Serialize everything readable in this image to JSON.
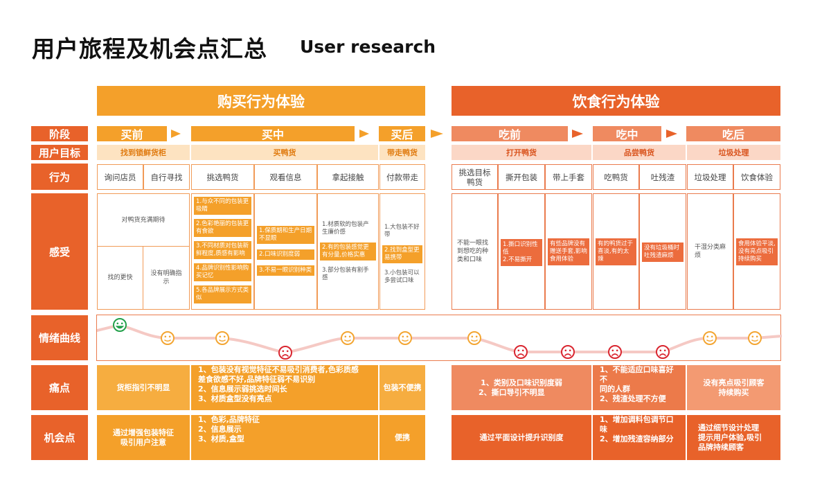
{
  "title": {
    "main": "用户旅程及机会点汇总",
    "sub": "User research"
  },
  "sections": {
    "buy": "购买行为体验",
    "eat": "饮食行为体验"
  },
  "row_labels": {
    "stage": "阶段",
    "goal": "用户目标",
    "behavior": "行为",
    "feeling": "感受",
    "emotion": "情绪曲线",
    "pain": "痛点",
    "opportunity": "机会点"
  },
  "stages": {
    "before_buy": "买前",
    "buying": "买中",
    "after_buy": "买后",
    "before_eat": "吃前",
    "eating": "吃中",
    "after_eat": "吃后"
  },
  "goals": {
    "g1": "找到锁鲜货柜",
    "g2": "买鸭货",
    "g3": "带走鸭货",
    "g4": "打开鸭货",
    "g5": "品尝鸭货",
    "g6": "垃圾处理"
  },
  "behaviors": {
    "b1": "询问店员",
    "b2": "自行寻找",
    "b3": "挑选鸭货",
    "b4": "观看信息",
    "b5": "拿起接触",
    "b6": "付款带走",
    "b7": "挑选目标鸭货",
    "b8": "撕开包装",
    "b9": "带上手套",
    "b10": "吃鸭货",
    "b11": "吐残渣",
    "b12": "垃圾处理",
    "b13": "饮食体验"
  },
  "feelings": {
    "f1": "对鸭货充满期待",
    "f2": "找的更快",
    "f3": "没有明确指示",
    "f4": [
      "1.与众不同的包装更吸睛",
      "2.色彩艳丽的包装更有食欲",
      "3.不同材质对包装新鲜程度,质感有影响",
      "4.品牌识别性影响购买记忆",
      "5.各品牌展示方式类似"
    ],
    "f5": [
      "1.保质期和生产日期不显眼",
      "2.口味识别度弱",
      "3.不易一眼识别种类"
    ],
    "f6": [
      "1.材质软的包装产生廉价感",
      "2.有的包装感觉更有分量,价格实惠",
      "3.部分包装有割手感"
    ],
    "f7": [
      "1.大包装不好带",
      "2.找到盒型更易携带",
      "3.小包装可以多尝试口味"
    ],
    "f8": "不能一眼找到想吃的种类和口味",
    "f9": [
      "1.撕口识别性低",
      "2.不易撕开"
    ],
    "f10": "有些品牌没有赠送手套,影响食用体验",
    "f11": "有的鸭货过于喜淡,有的太辣",
    "f12": "没有垃圾桶时吐残渣麻烦",
    "f13": "干湿分类麻烦",
    "f14": "食用体验平淡,没有亮点吸引持续购买"
  },
  "pains": {
    "p1": "货柜指引不明显",
    "p2": [
      "1、包装没有视觉特征不易吸引消费者,色彩质感",
      "差食欲感不好,品牌特征弱不易识别",
      "2、信息展示弱挑选时间长",
      "3、材质盒型没有亮点"
    ],
    "p3": "包装不便携",
    "p4": [
      "1、类别及口味识别度弱",
      "2、撕口导引不明显"
    ],
    "p5": [
      "1、不能适应口味喜好不",
      "同的人群",
      "2、残渣处理不方便"
    ],
    "p6": [
      "没有亮点吸引顾客",
      "持续购买"
    ]
  },
  "opportunities": {
    "o1": [
      "通过增强包装特征",
      "吸引用户注意"
    ],
    "o2": [
      "1、色彩,品牌特征",
      "2、信息展示",
      "3、材质,盒型"
    ],
    "o3": "便携",
    "o4": "通过平面设计提升识别度",
    "o5": [
      "1、增加调料包调节口味",
      "2、增加残渣容纳部分"
    ],
    "o6": [
      "通过细节设计处理",
      "提示用户体验,吸引",
      "品牌持续顾客"
    ]
  },
  "emotion_curve": {
    "points": [
      {
        "step": "询问店员",
        "mood": "happy"
      },
      {
        "step": "自行寻找",
        "mood": "neutral"
      },
      {
        "step": "挑选鸭货",
        "mood": "neutral"
      },
      {
        "step": "观看信息",
        "mood": "sad"
      },
      {
        "step": "拿起接触",
        "mood": "neutral"
      },
      {
        "step": "付款带走",
        "mood": "neutral"
      },
      {
        "step": "挑选目标鸭货",
        "mood": "neutral"
      },
      {
        "step": "撕开包装",
        "mood": "sad"
      },
      {
        "step": "带上手套",
        "mood": "sad"
      },
      {
        "step": "吃鸭货",
        "mood": "sad"
      },
      {
        "step": "吐残渣",
        "mood": "sad"
      },
      {
        "step": "垃圾处理",
        "mood": "neutral"
      },
      {
        "step": "饮食体验",
        "mood": "neutral"
      }
    ]
  },
  "colors": {
    "orange": "#f4a02a",
    "orange_light": "#fde3c1",
    "red": "#e8622a",
    "red_light": "#fbd7c6",
    "red_mid": "#ef8a60",
    "neutral_face": "#f3a531",
    "sad_face": "#d9252f",
    "happy_face": "#22a04a",
    "curve": "#f5c9c4"
  }
}
